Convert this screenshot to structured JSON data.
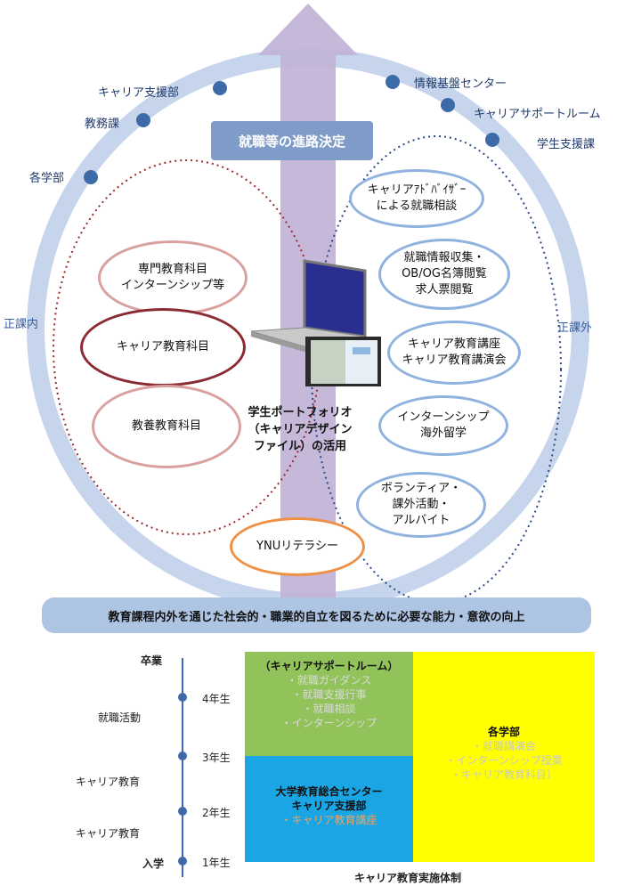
{
  "top": {
    "decision": "就職等の進路決定",
    "orgs_left": [
      "キャリア支援部",
      "教務課",
      "各学部"
    ],
    "orgs_right": [
      "情報基盤センター",
      "キャリアサポートルーム",
      "学生支援課"
    ],
    "label_left": "正課内",
    "label_right": "正課外"
  },
  "curricular": [
    "専門教育科目\nインターンシップ等",
    "キャリア教育科目",
    "教養教育科目"
  ],
  "extracurricular": [
    "キャリアｱﾄﾞﾊﾞｲｻﾞｰ\nによる就職相談",
    "就職情報収集・\nOB/OG名簿閲覧\n求人票閲覧",
    "キャリア教育講座\nキャリア教育講演会",
    "インターンシップ\n海外留学",
    "ボランティア・\n課外活動・\nアルバイト"
  ],
  "center": "学生ポートフォリオ\n（キャリアデザイン\nファイル）の活用",
  "literacy": "YNUリテラシー",
  "banner": "教育課程内外を通じた社会的・職業的自立を図るために必要な能力・意欲の向上",
  "timeline": {
    "graduation": "卒業",
    "entrance": "入学",
    "years": [
      "4年生",
      "3年生",
      "2年生",
      "1年生"
    ],
    "phases": [
      "就職活動",
      "キャリア教育",
      "キャリア教育"
    ]
  },
  "boxes": {
    "green": {
      "title": "（キャリアサポートルーム）",
      "items": [
        "・就職ガイダンス",
        "・就職支援行事",
        "・就職相談",
        "・インターンシップ"
      ]
    },
    "blue": {
      "title": "大学教育総合センター\nキャリア支援部",
      "items": [
        "・キャリア教育講座"
      ]
    },
    "yellow": {
      "title": "各学部",
      "items": [
        "・就職講演会",
        "・インターンシップ授業",
        "・キャリア教育科目）"
      ]
    }
  },
  "caption": "キャリア教育実施体制",
  "colors": {
    "ring": "#c6d4ec",
    "arrow": "#c2b4d7",
    "green": "#92c35a",
    "blue": "#1aa6e4",
    "yellow": "#ffff00",
    "accent_navy": "#1f3a6e"
  }
}
